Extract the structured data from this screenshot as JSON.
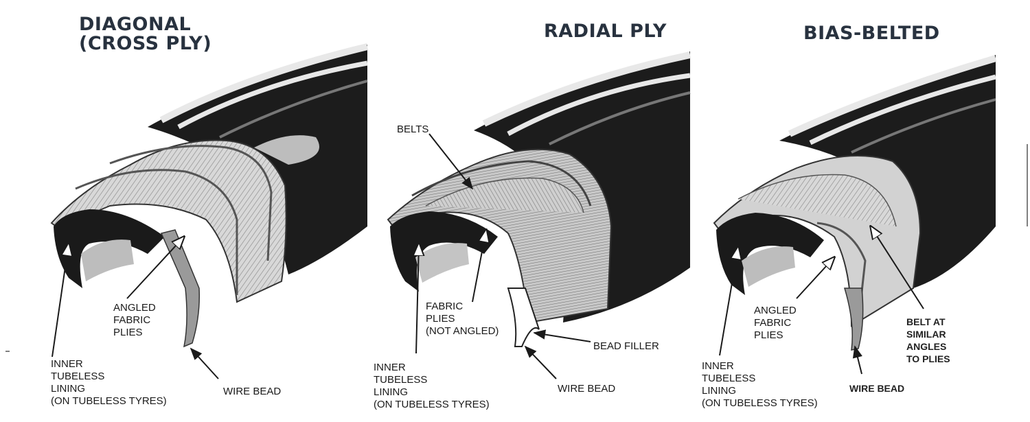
{
  "diagrams": [
    {
      "title_line1": "DIAGONAL",
      "title_line2": "(CROSS PLY)",
      "labels": {
        "angled_plies": "ANGLED\nFABRIC\nPLIES",
        "inner_lining": "INNER\nTUBELESS\nLINING\n(ON TUBELESS TYRES)",
        "wire_bead": "WIRE BEAD"
      }
    },
    {
      "title": "RADIAL PLY",
      "labels": {
        "belts": "BELTS",
        "fabric_plies": "FABRIC\nPLIES\n(NOT ANGLED)",
        "bead_filler": "BEAD FILLER",
        "inner_lining": "INNER\nTUBELESS\nLINING\n(ON TUBELESS TYRES)",
        "wire_bead": "WIRE BEAD"
      }
    },
    {
      "title": "BIAS-BELTED",
      "labels": {
        "angled_plies": "ANGLED\nFABRIC\nPLIES",
        "belt_angles": "BELT AT\nSIMILAR\nANGLES\nTO PLIES",
        "inner_lining": "INNER\nTUBELESS\nLINING\n(ON TUBELESS TYRES)",
        "wire_bead": "WIRE BEAD"
      }
    }
  ]
}
